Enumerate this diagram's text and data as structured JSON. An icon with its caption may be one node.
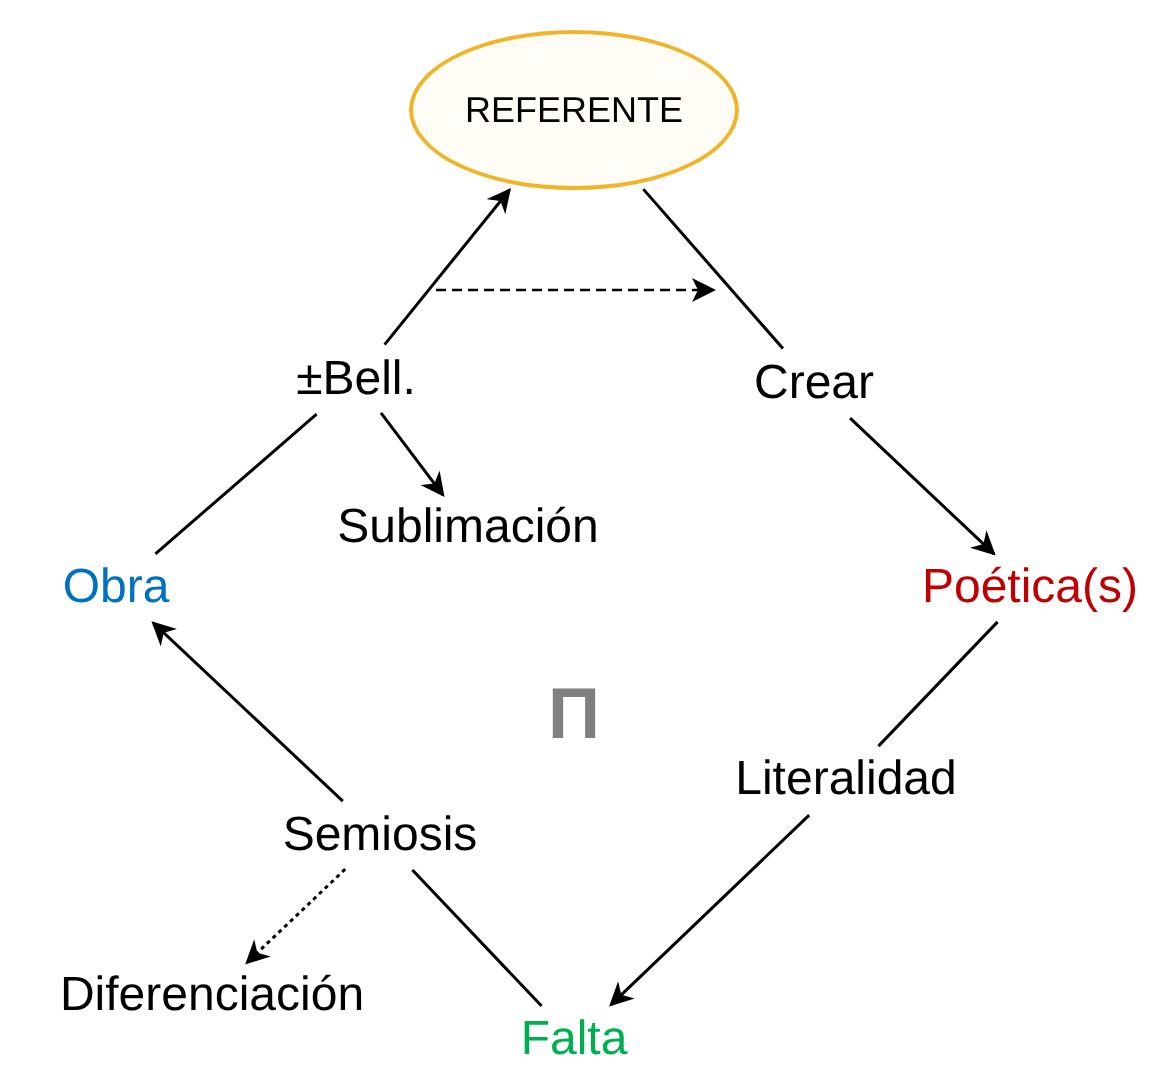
{
  "diagram": {
    "nodes": [
      {
        "text": [
          "REFERENTE"
        ]
      },
      {
        "text": [
          "±Bell."
        ]
      },
      {
        "text": [
          "Crear"
        ]
      },
      {
        "text": [
          "Sublimación"
        ]
      },
      {
        "text": [
          "Obra"
        ]
      },
      {
        "text": [
          "Poética(s)"
        ]
      },
      {
        "text": [
          "Literalidad"
        ]
      },
      {
        "text": [
          "Semiosis"
        ]
      },
      {
        "text": [
          "Diferenciación"
        ]
      },
      {
        "text": [
          "Falta"
        ]
      }
    ],
    "edges": [
      {
        "from": 4,
        "to": 1,
        "arrow": "none"
      },
      {
        "from": 1,
        "to": 0,
        "arrow": "to"
      },
      {
        "from": 1,
        "to": 3,
        "arrow": "to"
      },
      {
        "from": 0,
        "to": 2,
        "arrow": "none"
      },
      {
        "from": 2,
        "to": 5,
        "arrow": "to"
      },
      {
        "from": 5,
        "to": 6,
        "arrow": "none"
      },
      {
        "from": 6,
        "to": 9,
        "arrow": "to"
      },
      {
        "from": 9,
        "to": 7,
        "arrow": "none"
      },
      {
        "from": 7,
        "to": 4,
        "arrow": "to"
      },
      {
        "from": 7,
        "to": 8,
        "arrow": "to",
        "style": "dashed"
      }
    ],
    "labels": [
      "Π"
    ]
  }
}
